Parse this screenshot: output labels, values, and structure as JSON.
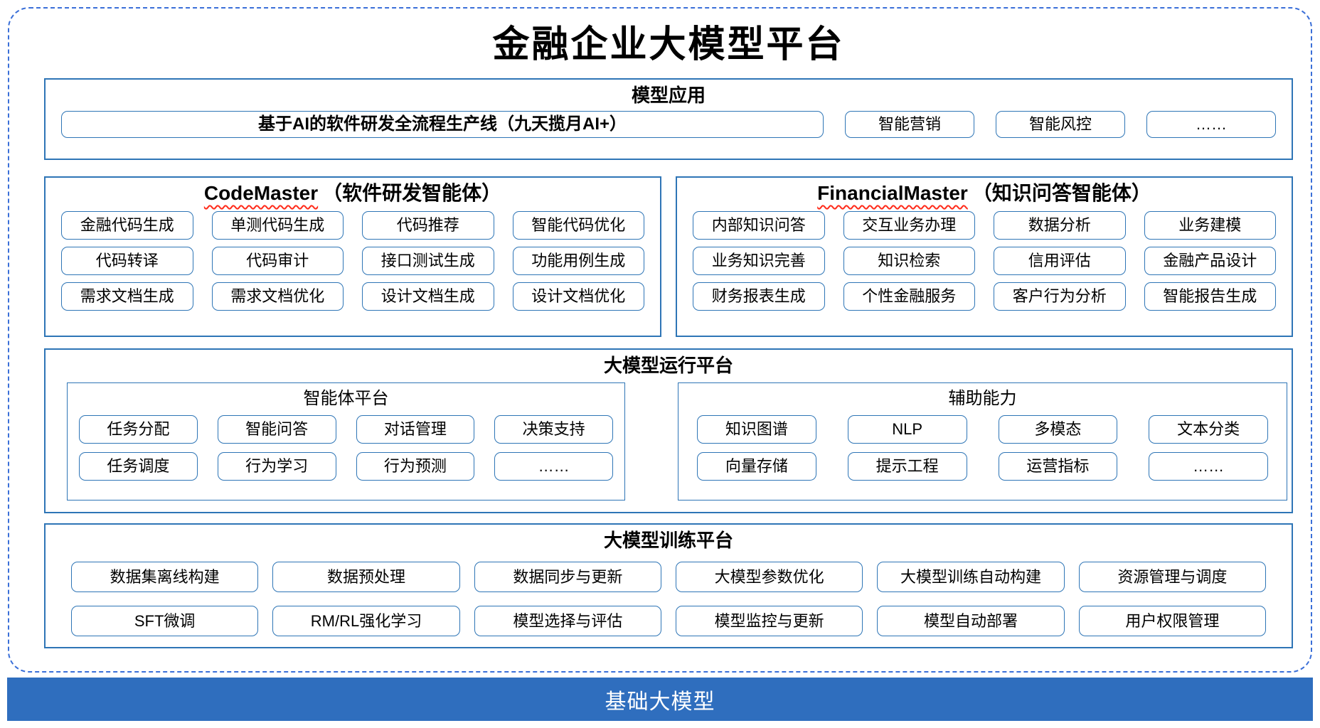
{
  "title": "金融企业大模型平台",
  "colors": {
    "section_border": "#2E75B6",
    "outer_dashed_border": "#3A6FD8",
    "foundation_bar_bg": "#2F6EBE",
    "foundation_bar_text": "#FFFFFF",
    "spellcheck_underline": "#FF2B1A",
    "text": "#000000"
  },
  "model_app": {
    "header": "模型应用",
    "main_item": "基于AI的软件研发全流程生产线（九天揽月AI+）",
    "items": [
      "智能营销",
      "智能风控",
      "……"
    ]
  },
  "code_master": {
    "name": "CodeMaster",
    "subtitle": "（软件研发智能体）",
    "items": [
      "金融代码生成",
      "单测代码生成",
      "代码推荐",
      "智能代码优化",
      "代码转译",
      "代码审计",
      "接口测试生成",
      "功能用例生成",
      "需求文档生成",
      "需求文档优化",
      "设计文档生成",
      "设计文档优化"
    ]
  },
  "financial_master": {
    "name": "FinancialMaster",
    "subtitle": "（知识问答智能体）",
    "items": [
      "内部知识问答",
      "交互业务办理",
      "数据分析",
      "业务建模",
      "业务知识完善",
      "知识检索",
      "信用评估",
      "金融产品设计",
      "财务报表生成",
      "个性金融服务",
      "客户行为分析",
      "智能报告生成"
    ]
  },
  "runtime": {
    "header": "大模型运行平台",
    "agent_platform": {
      "header": "智能体平台",
      "items": [
        "任务分配",
        "智能问答",
        "对话管理",
        "决策支持",
        "任务调度",
        "行为学习",
        "行为预测",
        "……"
      ]
    },
    "aux_ability": {
      "header": "辅助能力",
      "items": [
        "知识图谱",
        "NLP",
        "多模态",
        "文本分类",
        "向量存储",
        "提示工程",
        "运营指标",
        "……"
      ]
    }
  },
  "training": {
    "header": "大模型训练平台",
    "items": [
      "数据集离线构建",
      "数据预处理",
      "数据同步与更新",
      "大模型参数优化",
      "大模型训练自动构建",
      "资源管理与调度",
      "SFT微调",
      "RM/RL强化学习",
      "模型选择与评估",
      "模型监控与更新",
      "模型自动部署",
      "用户权限管理"
    ]
  },
  "foundation": {
    "label": "基础大模型"
  }
}
